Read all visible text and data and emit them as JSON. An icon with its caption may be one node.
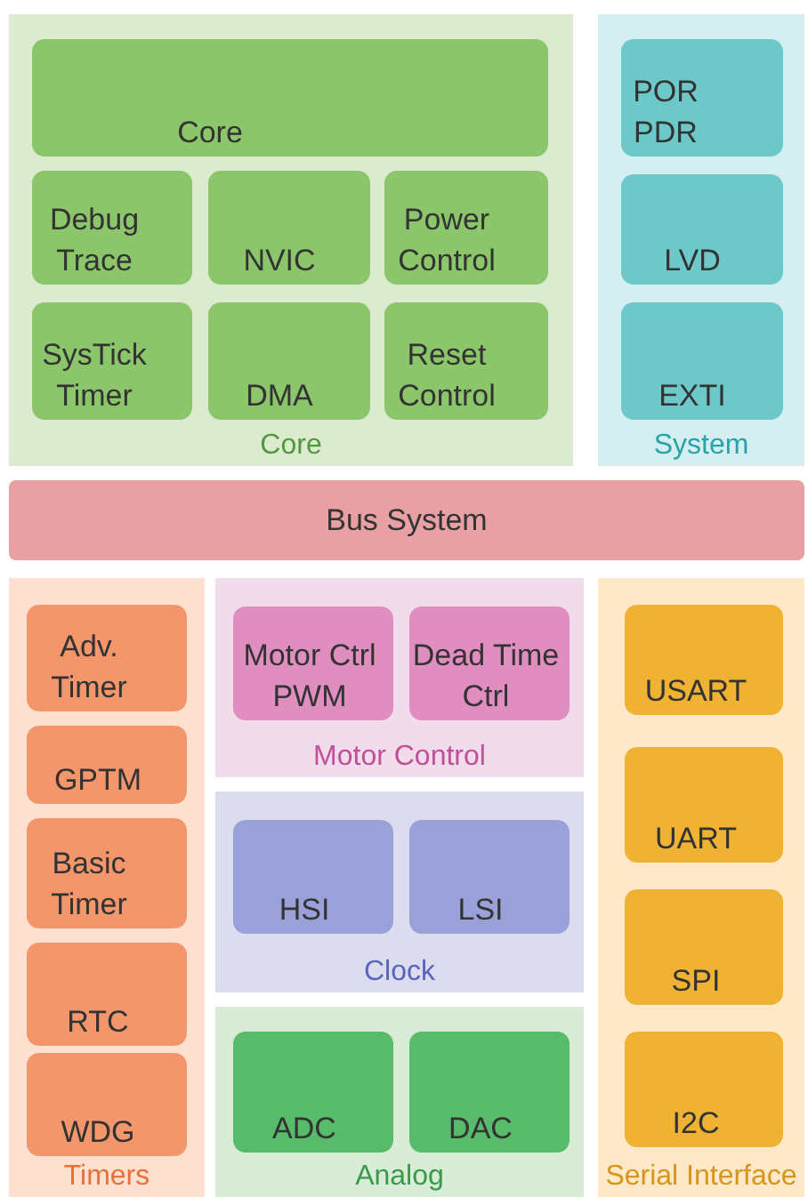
{
  "diagram": {
    "nodes": [
      {
        "text": [
          "Core"
        ]
      },
      {
        "text": [
          "Core"
        ],
        "in": 0
      },
      {
        "text": [
          "Debug Trace"
        ],
        "in": 0
      },
      {
        "text": [
          "NVIC"
        ],
        "in": 0
      },
      {
        "text": [
          "Power Control"
        ],
        "in": 0
      },
      {
        "text": [
          "SysTick Timer"
        ],
        "in": 0
      },
      {
        "text": [
          "DMA"
        ],
        "in": 0
      },
      {
        "text": [
          "Reset Control"
        ],
        "in": 0
      },
      {
        "text": [
          "System"
        ]
      },
      {
        "text": [
          "POR PDR"
        ],
        "in": 8
      },
      {
        "text": [
          "LVD"
        ],
        "in": 8
      },
      {
        "text": [
          "EXTI"
        ],
        "in": 8
      },
      {
        "text": [
          "Bus System"
        ]
      },
      {
        "text": [
          "Timers"
        ]
      },
      {
        "text": [
          "Adv. Timer"
        ],
        "in": 13
      },
      {
        "text": [
          "GPTM"
        ],
        "in": 13
      },
      {
        "text": [
          "Basic Timer"
        ],
        "in": 13
      },
      {
        "text": [
          "RTC"
        ],
        "in": 13
      },
      {
        "text": [
          "WDG"
        ],
        "in": 13
      },
      {
        "text": [
          "Motor Control"
        ]
      },
      {
        "text": [
          "Motor Ctrl PWM"
        ],
        "in": 19
      },
      {
        "text": [
          "Dead Time Ctrl"
        ],
        "in": 19
      },
      {
        "text": [
          "Clock"
        ]
      },
      {
        "text": [
          "HSI"
        ],
        "in": 22
      },
      {
        "text": [
          "LSI"
        ],
        "in": 22
      },
      {
        "text": [
          "Analog"
        ]
      },
      {
        "text": [
          "ADC"
        ],
        "in": 25
      },
      {
        "text": [
          "DAC"
        ],
        "in": 25
      },
      {
        "text": [
          "Serial Interface"
        ]
      },
      {
        "text": [
          "USART"
        ],
        "in": 28
      },
      {
        "text": [
          "UART"
        ],
        "in": 28
      },
      {
        "text": [
          "SPI"
        ],
        "in": 28
      },
      {
        "text": [
          "I2C"
        ],
        "in": 28
      }
    ]
  }
}
